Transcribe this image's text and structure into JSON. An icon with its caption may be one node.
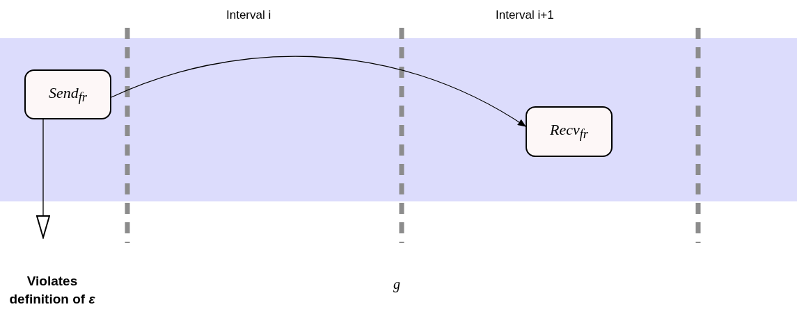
{
  "diagram": {
    "nodes": [
      {
        "text": [
          "Send$_{fr}$"
        ]
      },
      {
        "text": [
          "Recv$_{fr}$"
        ]
      },
      {
        "text": [
          "Violates definition of *ε*"
        ]
      }
    ],
    "edges": [
      {
        "from": 0,
        "to": 1,
        "arrow": "to"
      },
      {
        "from": 0,
        "to": 2,
        "arrow": "to"
      }
    ],
    "labels": [
      "Interval i",
      "Interval i+1",
      "g"
    ]
  }
}
